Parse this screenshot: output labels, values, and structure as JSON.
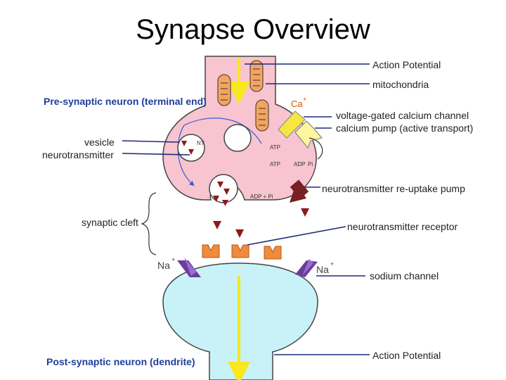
{
  "title": "Synapse Overview",
  "labels": {
    "presynaptic": "Pre-synaptic neuron (terminal end)",
    "vesicle": "vesicle",
    "neurotransmitter": "neurotransmitter",
    "synaptic_cleft": "synaptic cleft",
    "postsynaptic": "Post-synaptic neuron (dendrite)",
    "action_potential_top": "Action Potential",
    "mitochondria": "mitochondria",
    "voltage_gated": "voltage-gated calcium channel",
    "calcium_pump": "calcium pump (active transport)",
    "reuptake_pump": "neurotransmitter re-uptake pump",
    "receptor": "neurotransmitter receptor",
    "sodium_channel": "sodium channel",
    "action_potential_bottom": "Action Potential"
  },
  "ions": {
    "calcium": "Ca",
    "calcium_charge": "+",
    "sodium_left": "Na",
    "sodium_right": "Na",
    "sodium_charge": "+"
  },
  "tiny_labels": {
    "nt": "NT",
    "atp_1": "ATP",
    "atp_2": "ATP",
    "adp_pi": "ADP + Pi",
    "adp": "ADP",
    "pi": "Pi"
  },
  "colors": {
    "presynaptic_fill": "#f7c4cf",
    "postsynaptic_fill": "#c8f2f7",
    "mitochondria": "#f4a460",
    "receptor": "#f08a3c",
    "neurotransmitter": "#8b1a1a",
    "sodium_channel": "#6a3d9a",
    "pump_arrow": "#7a1f24",
    "calcium_channel": "#f5e642",
    "label_blue": "#1f3e9a",
    "pointer_line": "#1f2a78",
    "signal_arrow": "#f7e81f"
  }
}
